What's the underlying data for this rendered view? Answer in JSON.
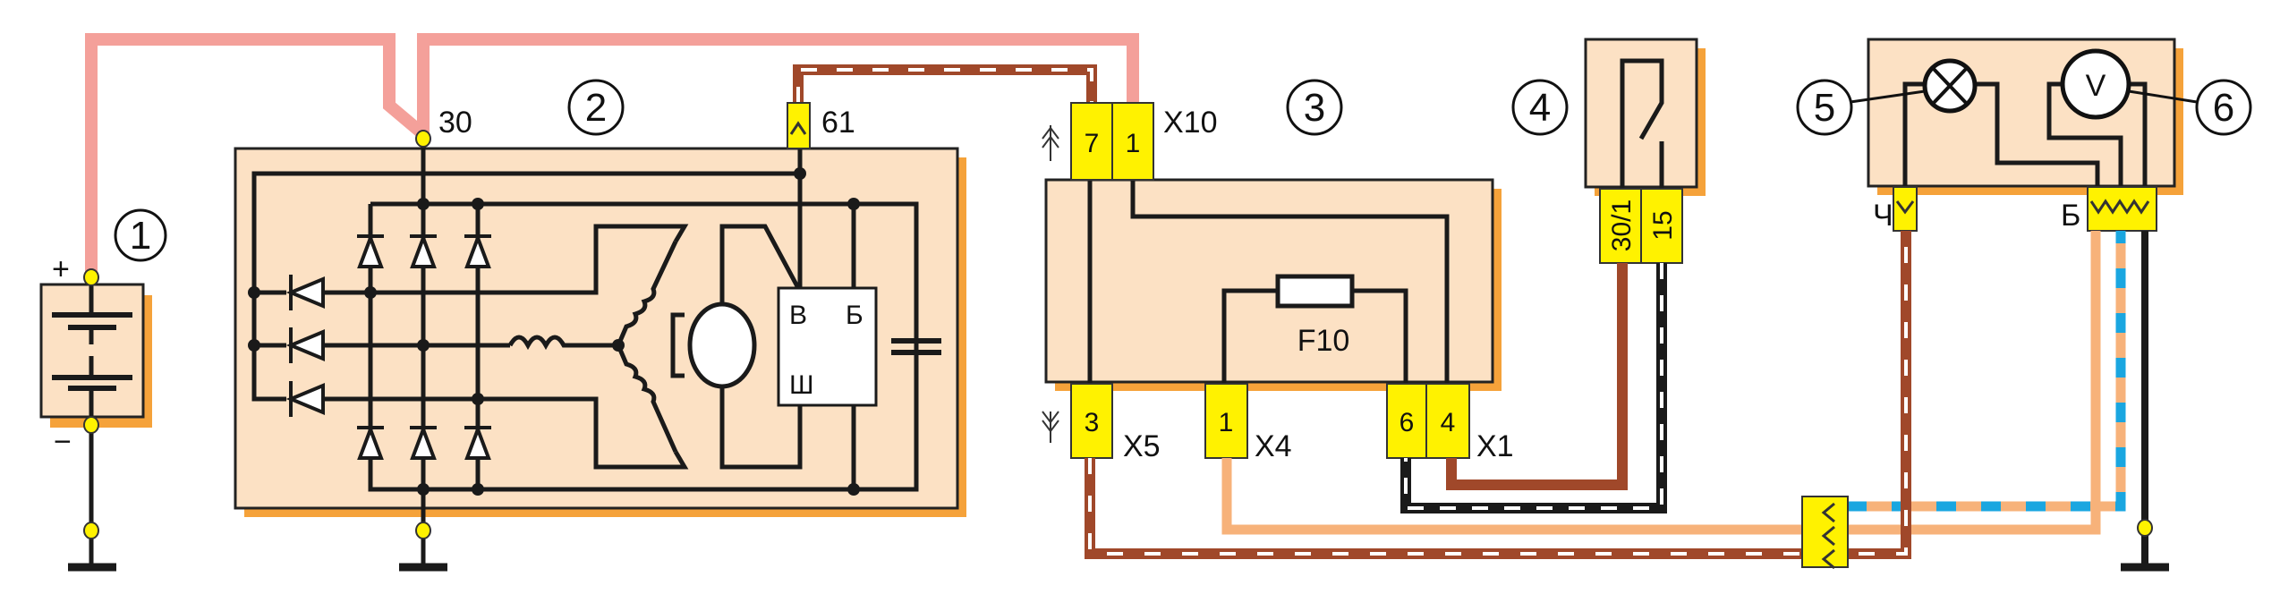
{
  "title": "Generator charging circuit wiring diagram",
  "components": {
    "battery": {
      "number": "1",
      "plus": "+",
      "minus": "−"
    },
    "generator": {
      "number": "2",
      "terminal_30": "30",
      "terminal_61": "61",
      "regulator": {
        "b_in": "В",
        "b_out": "Б",
        "sh": "Ш"
      }
    },
    "mounting_block": {
      "number": "3",
      "fuse": "F10",
      "x10": {
        "label": "X10",
        "pins": [
          "7",
          "1"
        ]
      },
      "x5": {
        "label": "X5",
        "pins": [
          "3"
        ]
      },
      "x4": {
        "label": "X4",
        "pins": [
          "1"
        ]
      },
      "x1": {
        "label": "X1",
        "pins": [
          "6",
          "4"
        ]
      }
    },
    "ignition_switch": {
      "number": "4",
      "pins": [
        "30/1",
        "15"
      ]
    },
    "warning_lamp": {
      "number": "5",
      "pin": "Ч"
    },
    "voltmeter": {
      "number": "6",
      "symbol": "V",
      "pin": "Б"
    }
  },
  "wire_colors": {
    "pink": "#f4a09a",
    "brown": "#a0482a",
    "orange": "#f7b27a",
    "blue": "#1aa6e0",
    "black": "#1a1a1a",
    "connector": "#fff200",
    "box": "#fce1c4",
    "shadow": "#f5a23a"
  }
}
